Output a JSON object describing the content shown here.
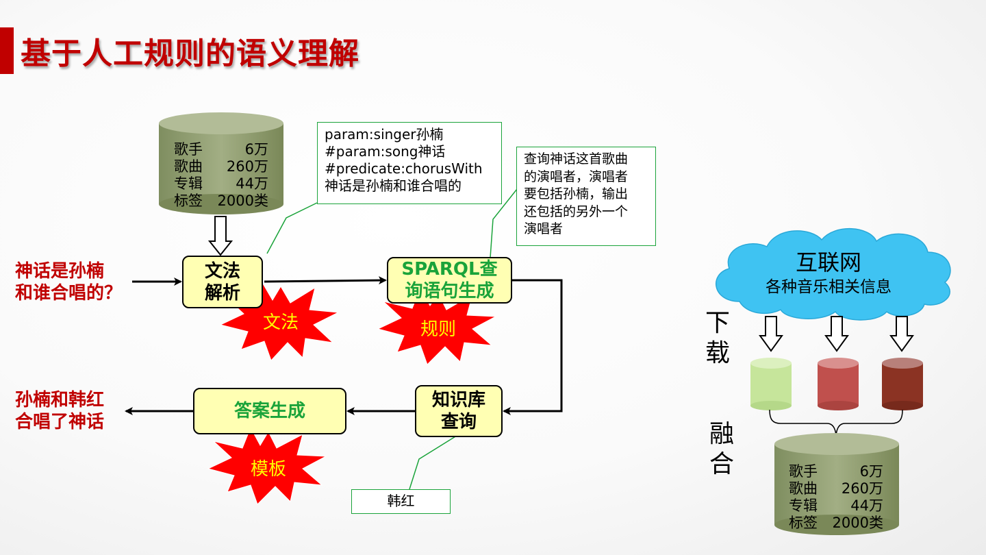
{
  "title": "基于人工规则的语义理解",
  "question": [
    "神话是孙楠",
    "和谁合唱的？"
  ],
  "answer": [
    "孙楠和韩红",
    "合唱了神话"
  ],
  "db_top": {
    "rows": [
      [
        "歌手",
        "6万"
      ],
      [
        "歌曲",
        "260万"
      ],
      [
        "专辑",
        "44万"
      ],
      [
        "标签",
        "2000类"
      ]
    ]
  },
  "db_bottom": {
    "rows": [
      [
        "歌手",
        "6万"
      ],
      [
        "歌曲",
        "260万"
      ],
      [
        "专辑",
        "44万"
      ],
      [
        "标签",
        "2000类"
      ]
    ]
  },
  "note_parse": [
    "param:singer孙楠",
    "#param:song神话",
    "#predicate:chorusWith",
    "神话是孙楠和谁合唱的"
  ],
  "note_query": [
    "查询神话这首歌曲",
    "的演唱者，演唱者",
    "要包括孙楠，输出",
    "还包括的另外一个",
    "演唱者"
  ],
  "note_result": "韩红",
  "nodes": {
    "grammar_parse": [
      "文法",
      "解析"
    ],
    "sparql": [
      "SPARQL查",
      "询语句生成"
    ],
    "kb_query": [
      "知识库",
      "查询"
    ],
    "answer_gen": "答案生成"
  },
  "bursts": {
    "grammar": "文法",
    "rules": "规则",
    "template": "模板"
  },
  "cloud": {
    "title": "互联网",
    "subtitle": "各种音乐相关信息"
  },
  "side_labels": {
    "download": [
      "下",
      "载"
    ],
    "merge": [
      "融",
      "合"
    ]
  },
  "colors": {
    "title": "#c00000",
    "node_fill": "#ffffb3",
    "node_text_green": "#1aa33a",
    "db_olive": "#8c9a6c",
    "cloud": "#3fc3f2",
    "burst": "#ff0000",
    "cyl_light_green": "#c6e59b",
    "cyl_red": "#c0504d",
    "cyl_dark_red": "#8b3323"
  }
}
